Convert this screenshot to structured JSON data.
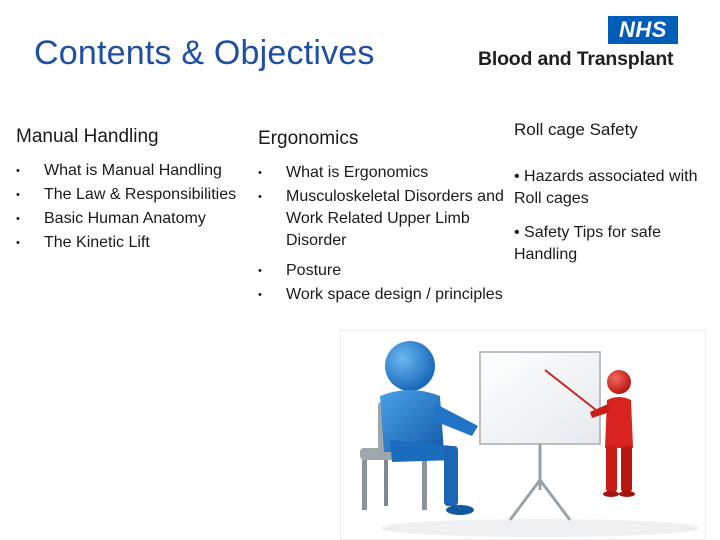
{
  "slide": {
    "title": "Contents & Objectives"
  },
  "logo": {
    "badge": "NHS",
    "name": "Blood and Transplant",
    "badge_color": "#005eb8"
  },
  "columns": [
    {
      "heading": "Manual Handling",
      "items": [
        "What is Manual Handling",
        "The Law & Responsibilities",
        "Basic Human Anatomy",
        "The Kinetic Lift"
      ]
    },
    {
      "heading": "Ergonomics",
      "items": [
        "What is Ergonomics",
        "Musculoskeletal Disorders and Work Related Upper Limb Disorder",
        "Posture",
        "Work space design / principles"
      ]
    },
    {
      "heading": "Roll cage Safety",
      "items": [
        "• Hazards associated with Roll cages",
        "• Safety Tips for safe Handling"
      ]
    }
  ],
  "colors": {
    "title": "#1f4fa3",
    "figure_blue": "#1e7fd0",
    "figure_red": "#d9231f"
  }
}
